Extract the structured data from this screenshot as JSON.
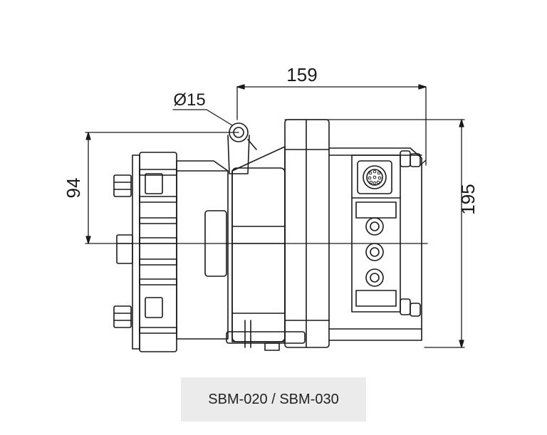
{
  "dimensions": {
    "width": "159",
    "height": "195",
    "offset": "94",
    "hole": "Ø15"
  },
  "caption": "SBM-020 / SBM-030",
  "colors": {
    "line": "#1a1a1a",
    "caption_bg": "#ebebeb",
    "caption_text": "#222222"
  }
}
